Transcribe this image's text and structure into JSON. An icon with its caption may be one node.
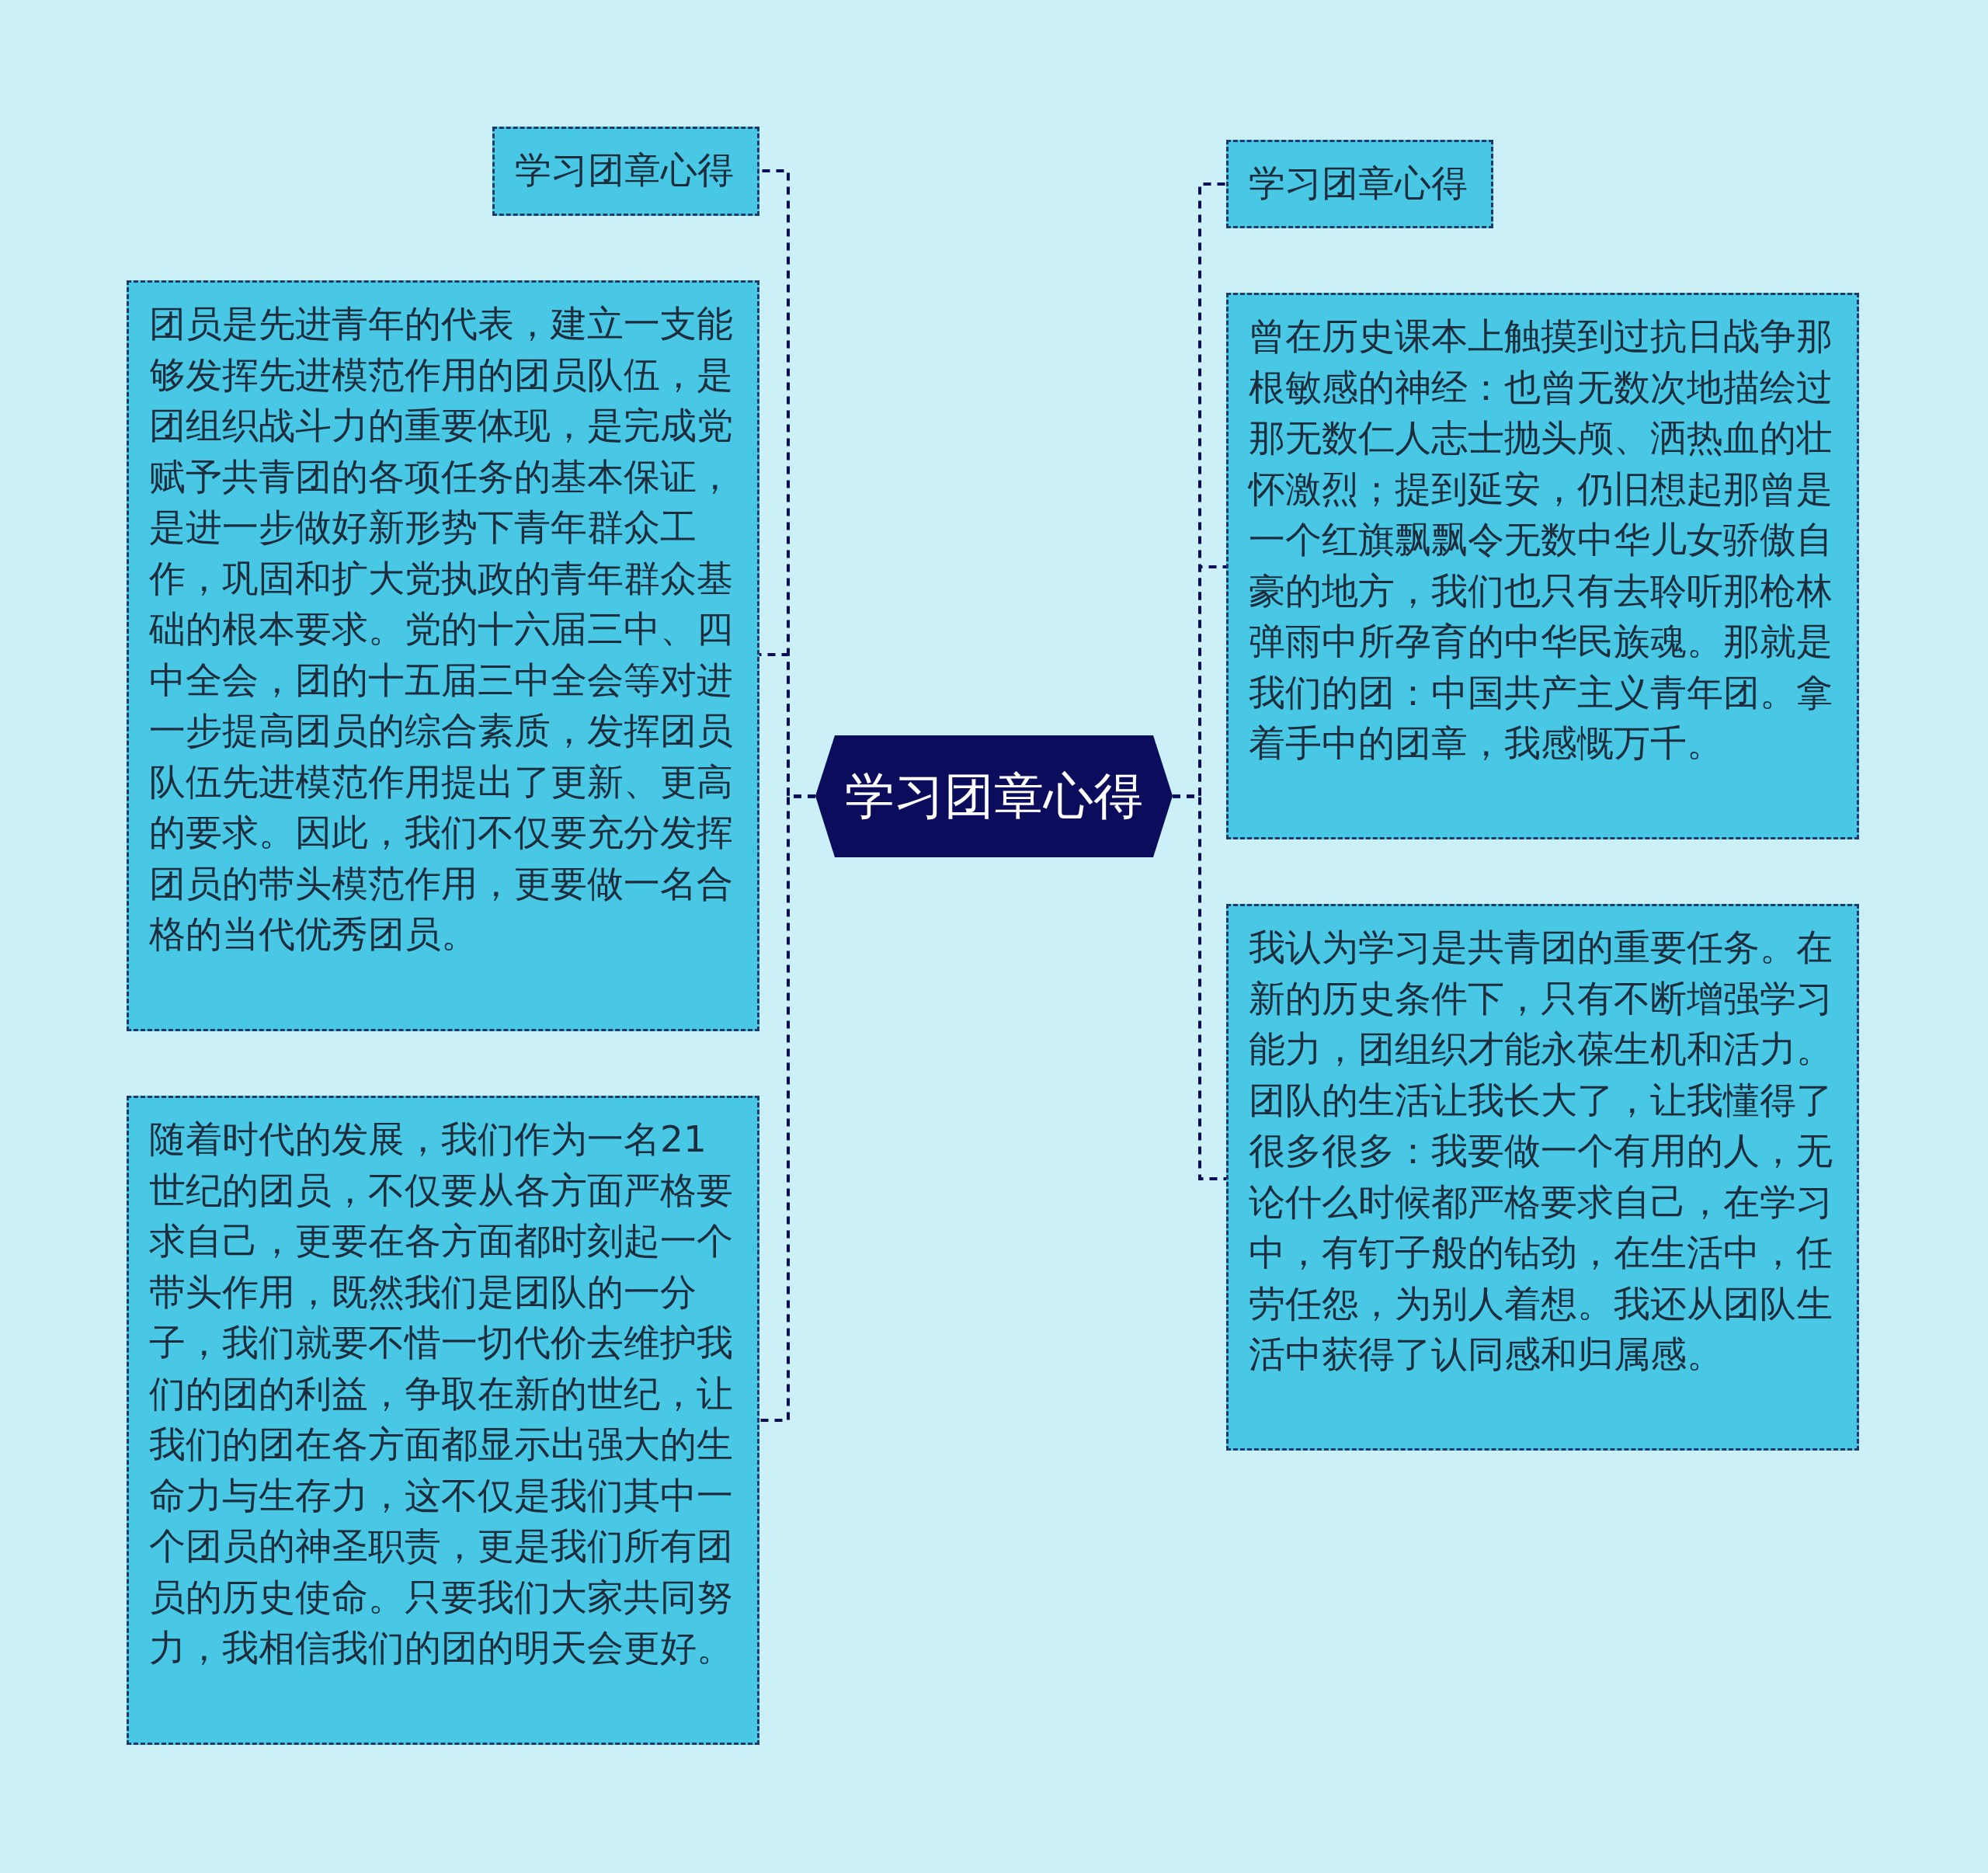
{
  "diagram": {
    "nodes": [
      {
        "text": [
          "学习团章心得"
        ]
      },
      {
        "text": [
          "学习团章心得"
        ]
      },
      {
        "text": [
          "团员是先进青年的代表，建立一支能够发挥先进模范作用的团员队伍，是团组织战斗力的重要体现，是完成党赋予共青团的各项任务的基本保证，是进一步做好新形势下青年群众工作，巩固和扩大党执政的青年群众基础的根本要求。党的十六届三中、四中全会，团的十五届三中全会等对进一步提高团员的综合素质，发挥团员队伍先进模范作用提出了更新、更高的要求。因此，我们不仅要充分发挥团员的带头模范作用，更要做一名合格的当代优秀团员。"
        ]
      },
      {
        "text": [
          "随着时代的发展，我们作为一名21世纪的团员，不仅要从各方面严格要求自己，更要在各方面都时刻起一个带头作用，既然我们是团队的一分子，我们就要不惜一切代价去维护我们的团的利益，争取在新的世纪，让我们的团在各方面都显示出强大的生命力与生存力，这不仅是我们其中一个团员的神圣职责，更是我们所有团员的历史使命。只要我们大家共同努力，我相信我们的团的明天会更好。"
        ]
      },
      {
        "text": [
          "学习团章心得"
        ]
      },
      {
        "text": [
          "曾在历史课本上触摸到过抗日战争那根敏感的神经：也曾无数次地描绘过那无数仁人志士抛头颅、洒热血的壮怀激烈；提到延安，仍旧想起那曾是一个红旗飘飘令无数中华儿女骄傲自豪的地方，我们也只有去聆听那枪林弹雨中所孕育的中华民族魂。那就是我们的团：中国共产主义青年团。拿着手中的团章，我感慨万千。"
        ]
      },
      {
        "text": [
          "我认为学习是共青团的重要任务。在新的历史条件下，只有不断增强学习能力，团组织才能永葆生机和活力。团队的生活让我长大了，让我懂得了很多很多：我要做一个有用的人，无论什么时候都严格要求自己，在学习中，有钉子般的钻劲，在生活中，任劳任怨，为别人着想。我还从团队生活中获得了认同感和归属感。"
        ]
      }
    ],
    "edges": [
      {
        "from": 0,
        "to": 1,
        "arrow": "none",
        "style": "dashed"
      },
      {
        "from": 0,
        "to": 2,
        "arrow": "none",
        "style": "dashed"
      },
      {
        "from": 0,
        "to": 3,
        "arrow": "none",
        "style": "dashed"
      },
      {
        "from": 0,
        "to": 4,
        "arrow": "none",
        "style": "dashed"
      },
      {
        "from": 0,
        "to": 5,
        "arrow": "none",
        "style": "dashed"
      },
      {
        "from": 0,
        "to": 6,
        "arrow": "none",
        "style": "dashed"
      }
    ]
  }
}
